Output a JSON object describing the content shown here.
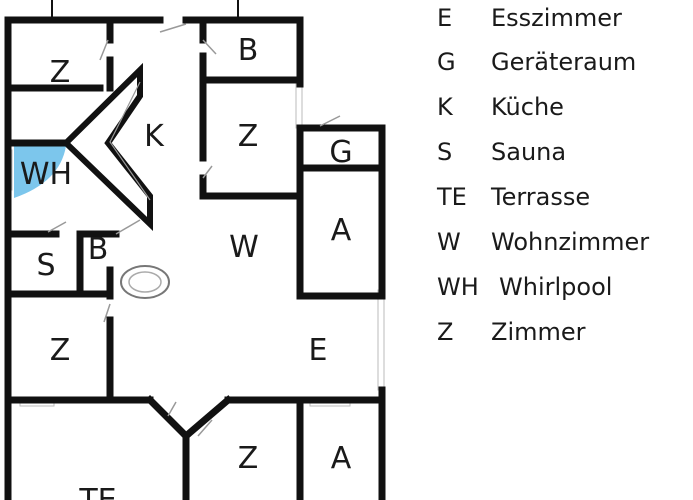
{
  "rooms": {
    "z1": "Z",
    "b1": "B",
    "k": "K",
    "z2": "Z",
    "g": "G",
    "wh": "WH",
    "a1": "A",
    "w": "W",
    "s": "S",
    "b2": "B",
    "z3": "Z",
    "e": "E",
    "z4": "Z",
    "a2": "A",
    "te": "TE"
  },
  "legend": [
    {
      "code": "E",
      "name": "Esszimmer"
    },
    {
      "code": "G",
      "name": "Geräteraum"
    },
    {
      "code": "K",
      "name": "Küche"
    },
    {
      "code": "S",
      "name": "Sauna"
    },
    {
      "code": "TE",
      "name": "Terrasse"
    },
    {
      "code": "W",
      "name": "Wohnzimmer"
    },
    {
      "code": "WH",
      "name": "Whirlpool"
    },
    {
      "code": "Z",
      "name": "Zimmer"
    }
  ],
  "colors": {
    "wall": "#111111",
    "whirlpool": "#7cc6ec",
    "window": "#cfcfcf"
  }
}
